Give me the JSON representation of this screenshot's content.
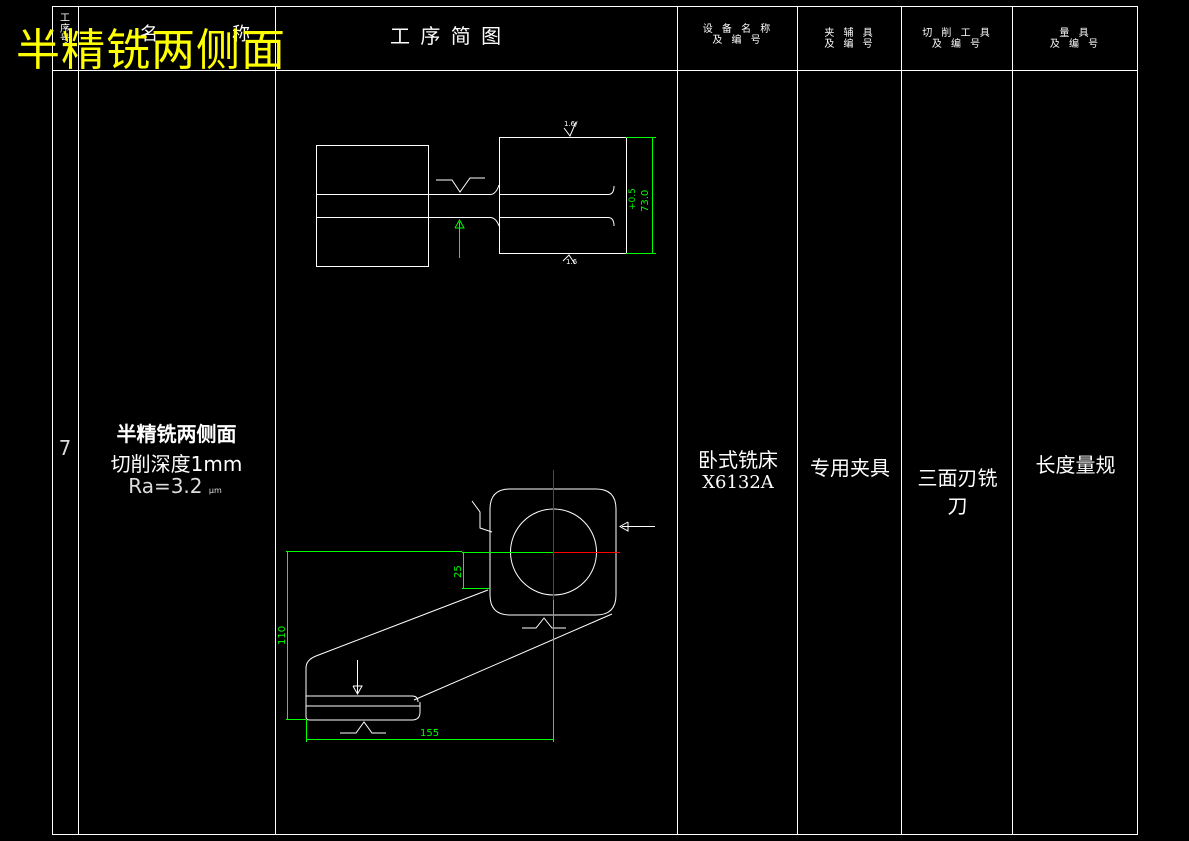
{
  "overlay_title": "半精铣两侧面",
  "header": {
    "step_no": "工\n序\n号",
    "step_name_fragments": [
      "名",
      "称"
    ],
    "sketch": "工 序 简 图",
    "equipment": "设 备 名 称\n及 编 号",
    "fixture": "夹 辅 具\n及 编 号",
    "cutting_tool": "切 削 工 具\n及 编 号",
    "gauge": "量    具\n及 编 号"
  },
  "row": {
    "step_no": "7",
    "name_line1": "半精铣两侧面",
    "name_line2": "切削深度1mm",
    "name_line3": "Ra=3.2",
    "name_unit": "μm",
    "equipment_line1": "卧式铣床",
    "equipment_line2": "X6132A",
    "fixture": "专用夹具",
    "cutting_tool_line1": "三面刃铣",
    "cutting_tool_line2": "刀",
    "gauge": "长度量规"
  },
  "drawing": {
    "dim_width_tol": "+0.5",
    "dim_width_base": "73.0",
    "dim_25": "25",
    "dim_110": "110",
    "dim_155": "155",
    "roughness_top": "1.6/",
    "roughness_bottom": "1.6"
  },
  "colors": {
    "line": "#ffffff",
    "dimension": "#00ff00",
    "centerline": "#ff0000",
    "overlay": "#ffff00"
  }
}
